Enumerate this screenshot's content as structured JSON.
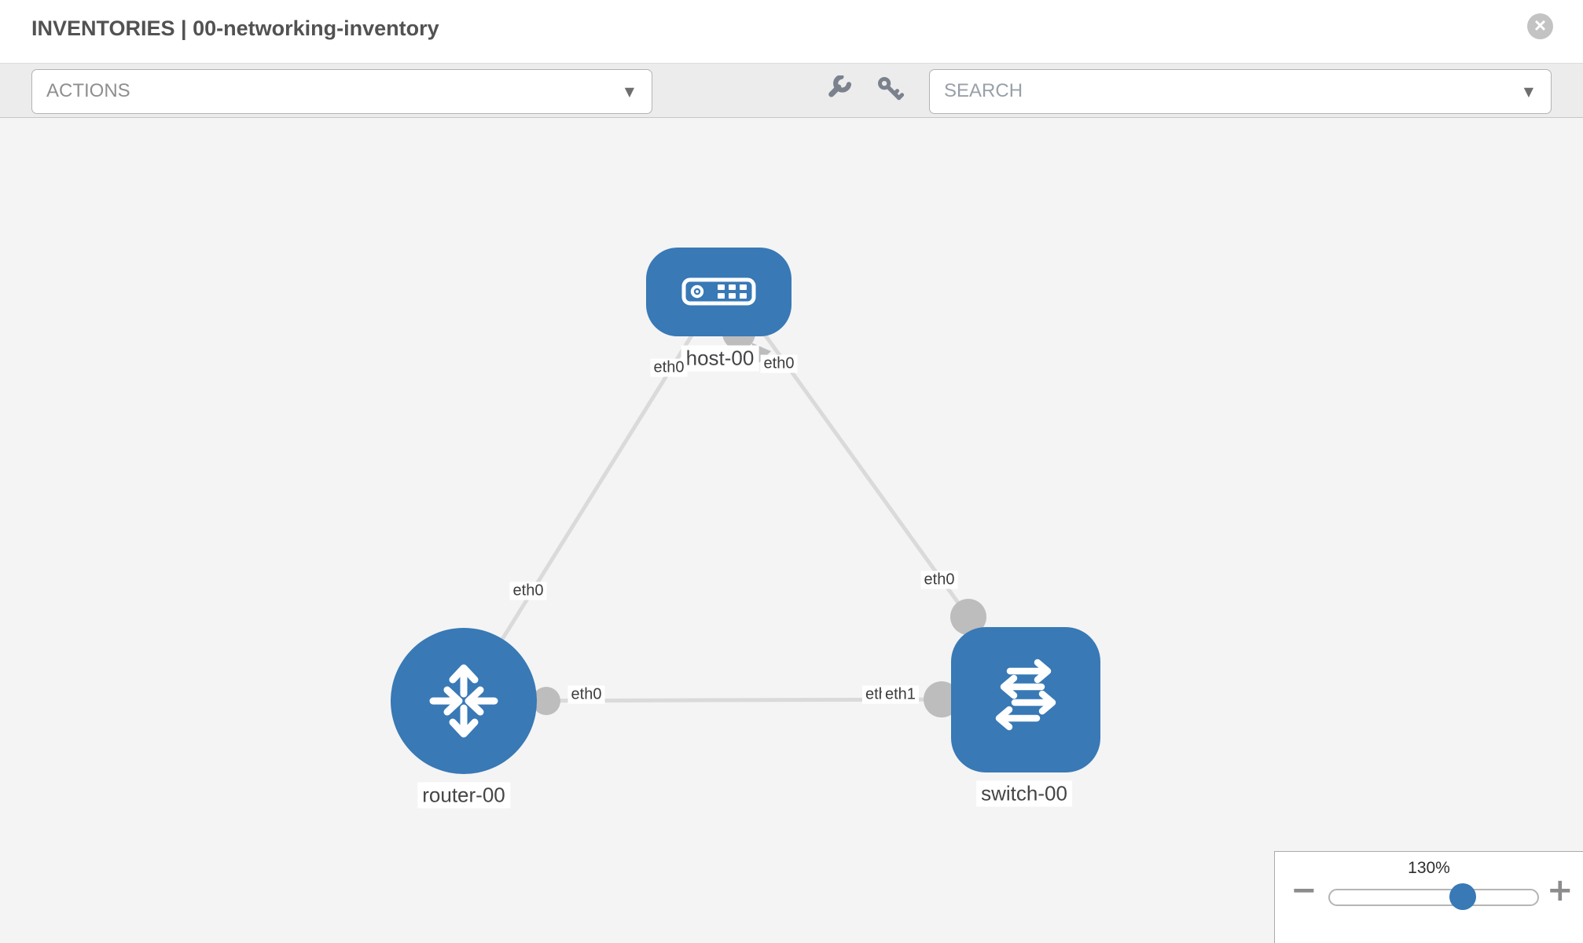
{
  "header": {
    "title": "INVENTORIES | 00-networking-inventory"
  },
  "toolbar": {
    "actions_label": "ACTIONS",
    "search_placeholder": "SEARCH"
  },
  "icons": {
    "close": "×",
    "caret": "▼"
  },
  "diagram": {
    "nodes": [
      {
        "label": "host-00",
        "type": "host"
      },
      {
        "label": "router-00",
        "type": "router"
      },
      {
        "label": "switch-00",
        "type": "switch"
      }
    ],
    "links": [
      {
        "from": "router-00",
        "to": "host-00",
        "from_interface": "eth0",
        "to_interface": "eth0"
      },
      {
        "from": "host-00",
        "to": "switch-00",
        "from_interface": "eth0",
        "to_interface": "eth0"
      },
      {
        "from": "router-00",
        "to": "switch-00",
        "from_interface": "eth0",
        "to_interface": "eth1",
        "to_interface_behind": "eth0"
      }
    ]
  },
  "zoom_control": {
    "value": "130%",
    "minus": "−",
    "plus": "+"
  },
  "colors": {
    "node_blue": "#3879b6",
    "edge_gray": "#dadada",
    "endpoint_gray": "#bdbdbd",
    "toolbar_bg": "#ececec",
    "canvas_bg": "#f4f4f4"
  }
}
